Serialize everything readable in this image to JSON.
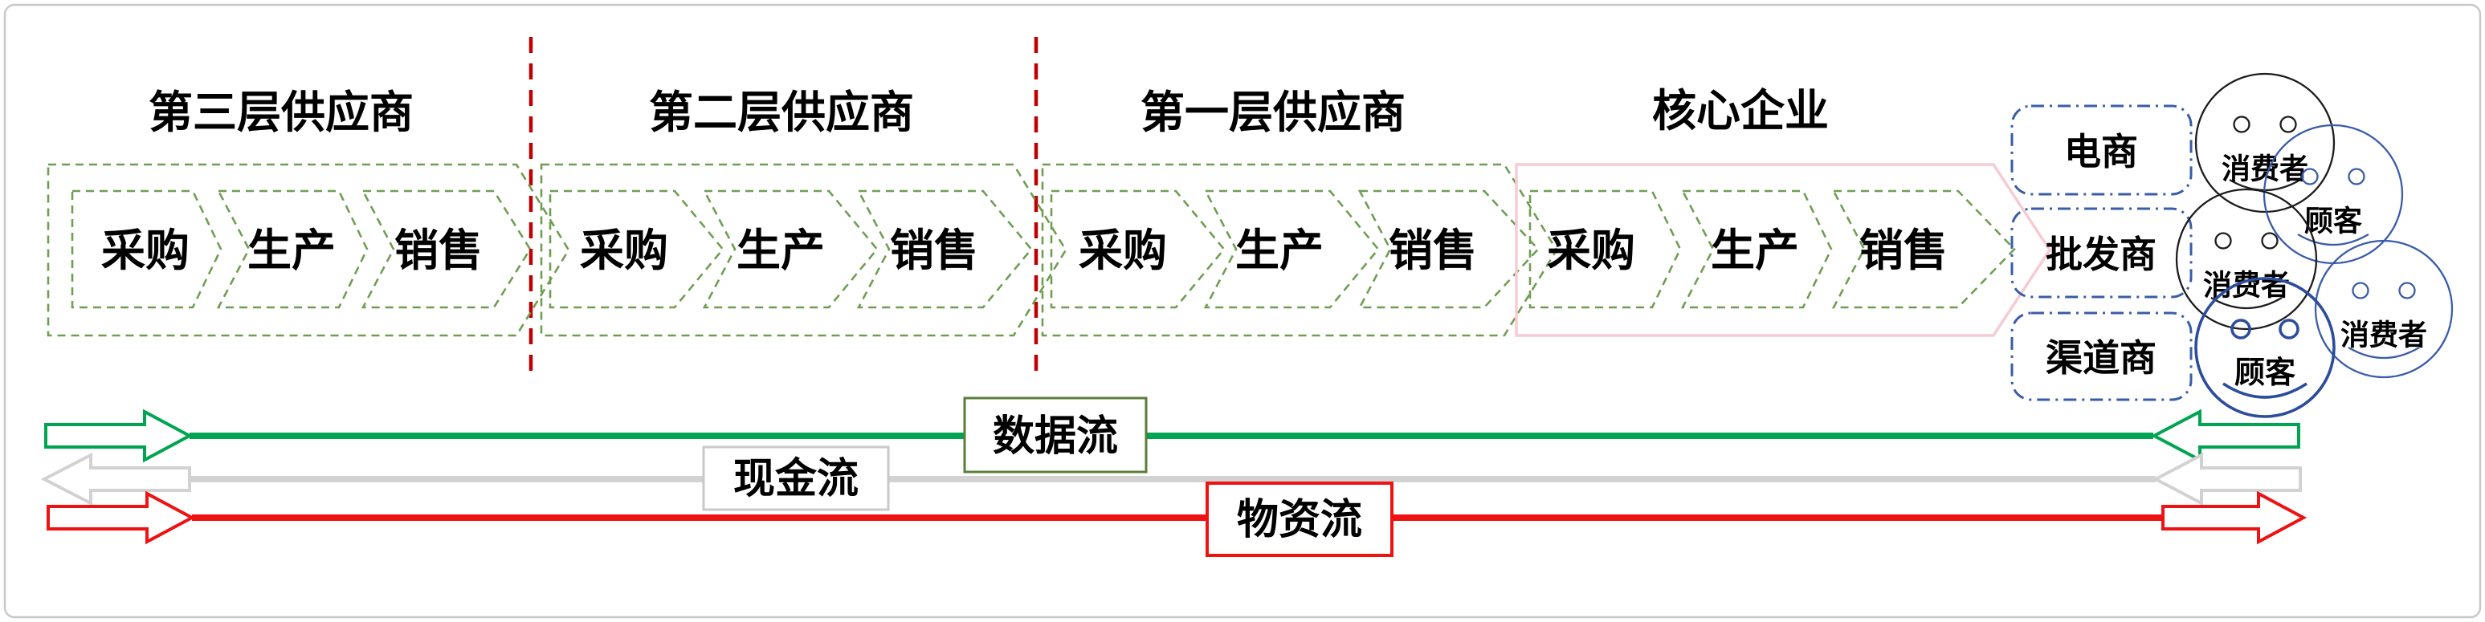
{
  "sections": [
    {
      "title": "第三层供应商",
      "steps": [
        "采购",
        "生产",
        "销售"
      ]
    },
    {
      "title": "第二层供应商",
      "steps": [
        "采购",
        "生产",
        "销售"
      ]
    },
    {
      "title": "第一层供应商",
      "steps": [
        "采购",
        "生产",
        "销售"
      ]
    },
    {
      "title": "核心企业",
      "steps": [
        "采购",
        "生产",
        "销售"
      ]
    }
  ],
  "distributors": [
    {
      "label": "电商"
    },
    {
      "label": "批发商"
    },
    {
      "label": "渠道商"
    }
  ],
  "customers": [
    {
      "label": "消费者",
      "variant": "black"
    },
    {
      "label": "顾客",
      "variant": "blue"
    },
    {
      "label": "消费者",
      "variant": "black"
    },
    {
      "label": "消费者",
      "variant": "blue"
    },
    {
      "label": "顾客",
      "variant": "blue-bold"
    }
  ],
  "flows": [
    {
      "label": "数据流",
      "line_color": "#00a551",
      "box_border": "#5b7d3a",
      "text_color": "#000000"
    },
    {
      "label": "现金流",
      "line_color": "#d2d2d2",
      "box_border": "#c9c9c9",
      "text_color": "#c2c2c2"
    },
    {
      "label": "物资流",
      "line_color": "#ee1212",
      "box_border": "#ee1212",
      "text_color": "#000000"
    }
  ],
  "colors": {
    "supplier_outline": "#6f9e53",
    "core_outline": "#f6cbd4",
    "distributor_outline": "#3a5ca8",
    "separator": "#bf0000",
    "consumer_black": "#1c1c1c",
    "customer_blue": "#3a5ca8",
    "frame": "#c8c8c8"
  }
}
